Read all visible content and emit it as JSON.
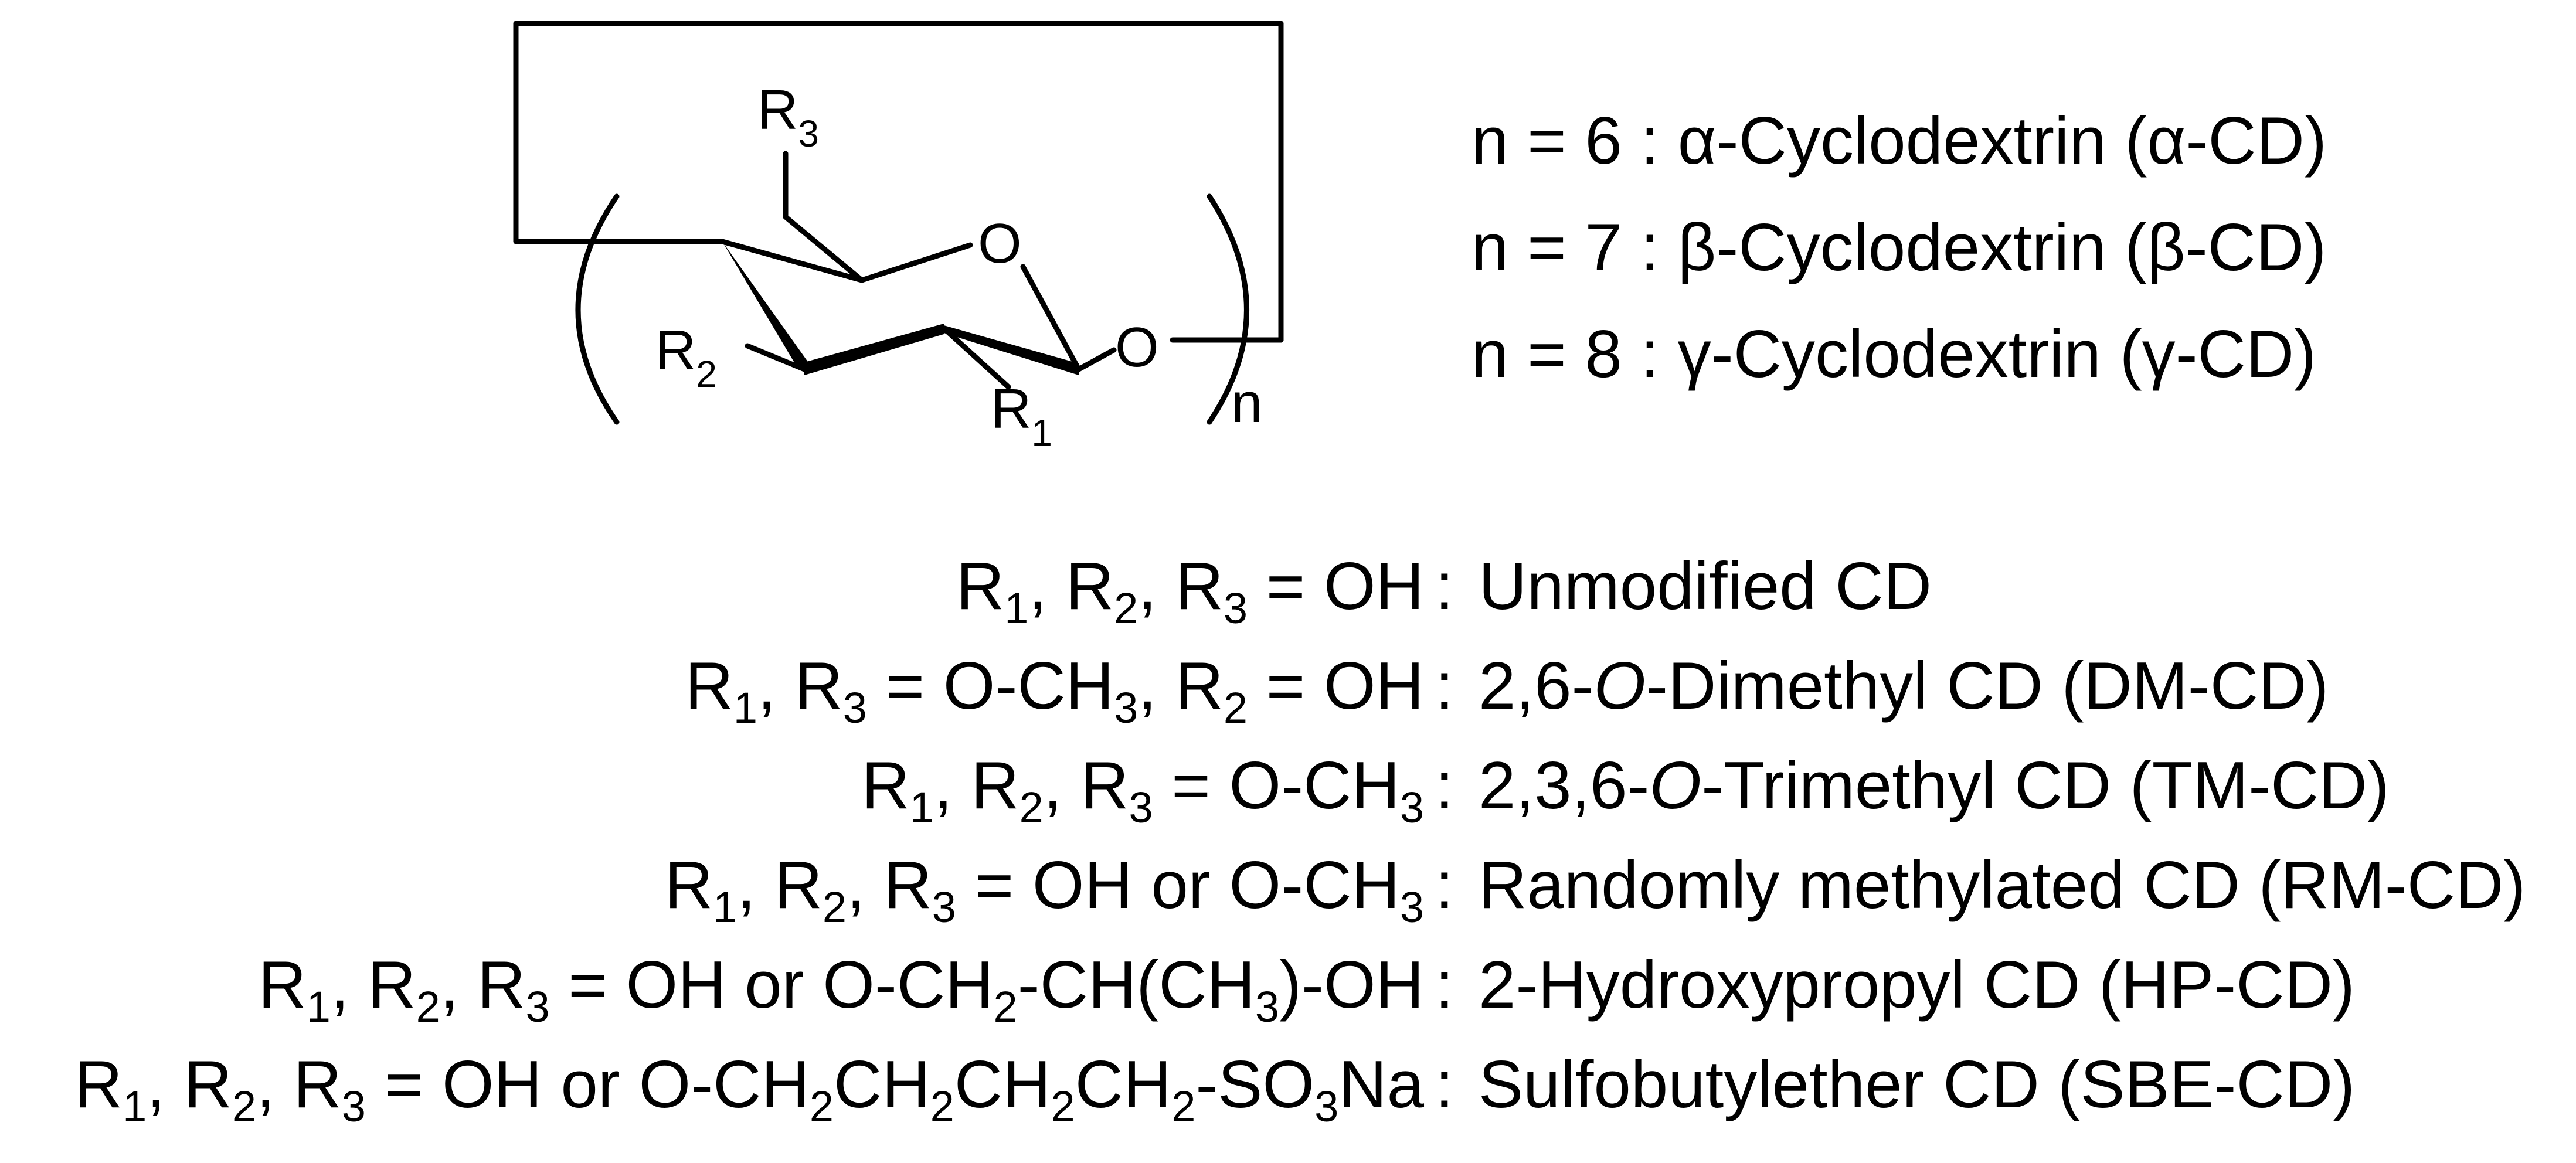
{
  "structure": {
    "ring_oxygen": "O",
    "glycosidic_oxygen": "O",
    "r1": {
      "base": "R",
      "sub": "1"
    },
    "r2": {
      "base": "R",
      "sub": "2"
    },
    "r3": {
      "base": "R",
      "sub": "3"
    },
    "repeat_index": "n"
  },
  "n_values": [
    {
      "text": "n = 6 : α-Cyclodextrin (α-CD)"
    },
    {
      "text": "n = 7 : β-Cyclodextrin (β-CD)"
    },
    {
      "text": "n = 8 : γ-Cyclodextrin (γ-CD)"
    }
  ],
  "substitutions": [
    {
      "condition": [
        [
          "R",
          "1"
        ],
        [
          ", R",
          "2"
        ],
        [
          ", R",
          "3"
        ],
        [
          " = OH",
          ""
        ]
      ],
      "colon": ":",
      "name": [
        [
          "Unmodified CD",
          ""
        ]
      ]
    },
    {
      "condition": [
        [
          "R",
          "1"
        ],
        [
          ", R",
          "3"
        ],
        [
          " = O-CH",
          "3"
        ],
        [
          ", R",
          "2"
        ],
        [
          " = OH",
          ""
        ]
      ],
      "colon": ":",
      "name": [
        [
          "2,6-",
          ""
        ],
        [
          "O",
          "",
          true
        ],
        [
          "-Dimethyl CD (DM-CD)",
          ""
        ]
      ]
    },
    {
      "condition": [
        [
          "R",
          "1"
        ],
        [
          ", R",
          "2"
        ],
        [
          ", R",
          "3"
        ],
        [
          " = O-CH",
          "3"
        ]
      ],
      "colon": ":",
      "name": [
        [
          "2,3,6-",
          ""
        ],
        [
          "O",
          "",
          true
        ],
        [
          "-Trimethyl CD (TM-CD)",
          ""
        ]
      ]
    },
    {
      "condition": [
        [
          "R",
          "1"
        ],
        [
          ", R",
          "2"
        ],
        [
          ", R",
          "3"
        ],
        [
          " = OH or O-CH",
          "3"
        ]
      ],
      "colon": ":",
      "name": [
        [
          "Randomly methylated CD (RM-CD)",
          ""
        ]
      ]
    },
    {
      "condition": [
        [
          "R",
          "1"
        ],
        [
          ", R",
          "2"
        ],
        [
          ", R",
          "3"
        ],
        [
          " = OH or O-CH",
          "2"
        ],
        [
          "-CH(CH",
          "3"
        ],
        [
          ")-OH",
          ""
        ]
      ],
      "colon": ":",
      "name": [
        [
          "2-Hydroxypropyl CD (HP-CD)",
          ""
        ]
      ]
    },
    {
      "condition": [
        [
          "R",
          "1"
        ],
        [
          ", R",
          "2"
        ],
        [
          ", R",
          "3"
        ],
        [
          " = OH or O-CH",
          "2"
        ],
        [
          "CH",
          "2"
        ],
        [
          "CH",
          "2"
        ],
        [
          "CH",
          "2"
        ],
        [
          "-SO",
          "3"
        ],
        [
          "Na",
          ""
        ]
      ],
      "colon": ":",
      "name": [
        [
          "Sulfobutylether CD (SBE-CD)",
          ""
        ]
      ]
    }
  ]
}
